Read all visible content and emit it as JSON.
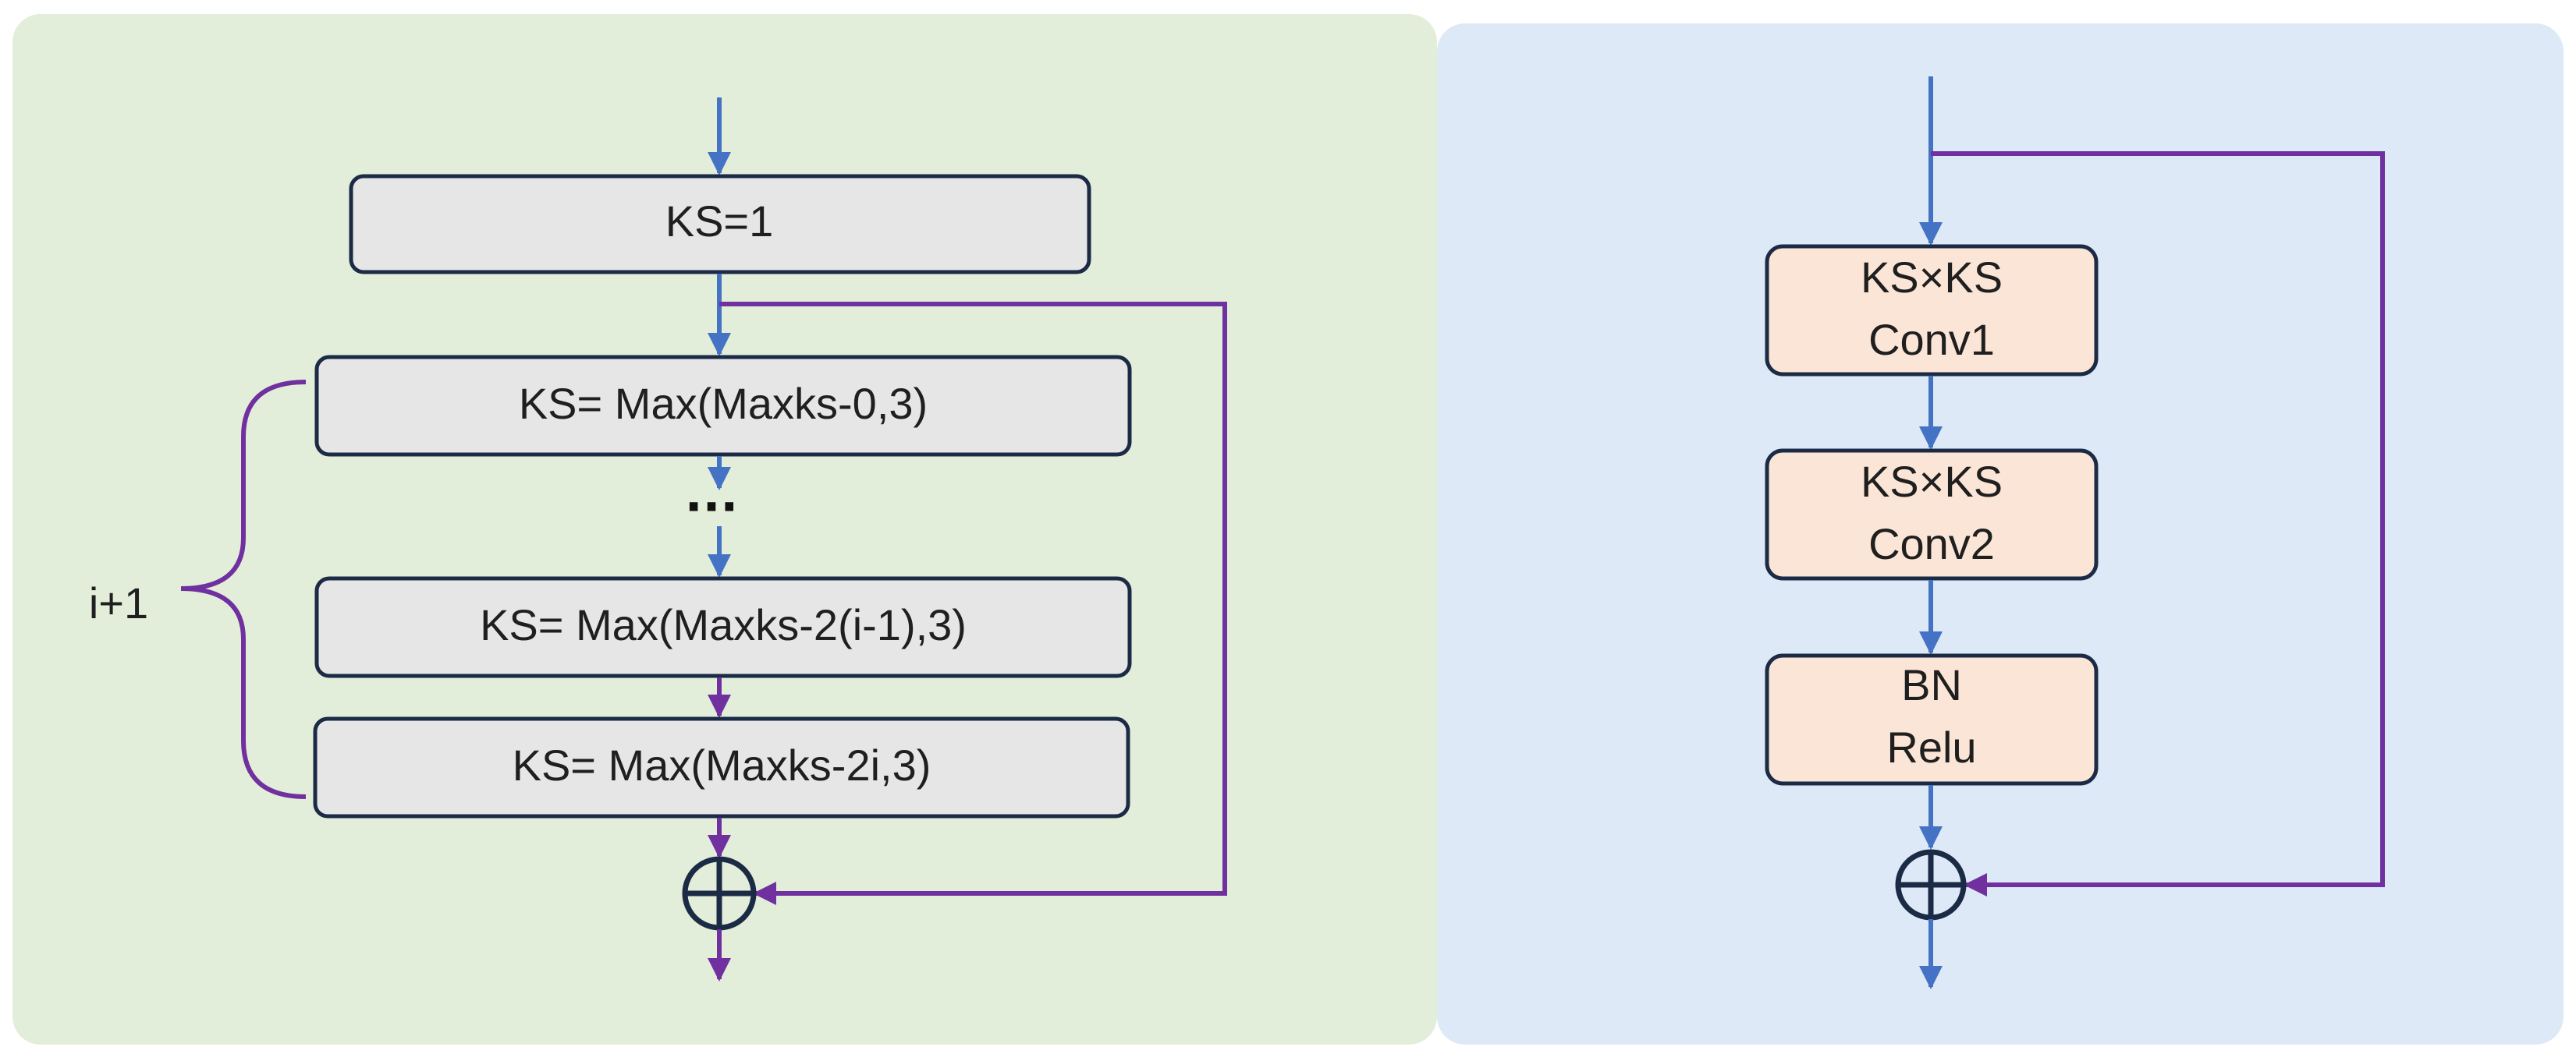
{
  "left_block": {
    "top_box": "KS=1",
    "box_1": "KS= Max(Maxks-0,3)",
    "ellipsis": "···",
    "box_2": "KS= Max(Maxks-2(i-1),3)",
    "box_3": "KS= Max(Maxks-2i,3)",
    "repeat_label": "i+1"
  },
  "right_block": {
    "conv1": {
      "line1": "KS×KS",
      "line2": "Conv1"
    },
    "conv2": {
      "line1": "KS×KS",
      "line2": "Conv2"
    },
    "bn": {
      "line1": "BN",
      "line2": "Relu"
    }
  },
  "colors": {
    "left_panel_bg": "#e2eed9",
    "right_panel_bg": "#dde9f6",
    "gray_box_fill": "#e6e6e6",
    "peach_box_fill": "#fbe5d6",
    "box_stroke": "#1c2b45",
    "blue_arrow": "#4472c4",
    "purple_arrow": "#7030a0"
  }
}
